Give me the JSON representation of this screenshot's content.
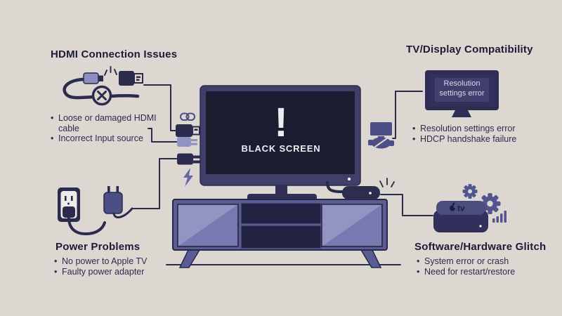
{
  "title_hint": "Apple TV black screen troubleshooting diagram",
  "center_tv": {
    "alert_symbol": "!",
    "status_text": "BLACK SCREEN"
  },
  "sections": {
    "hdmi": {
      "title": "HDMI Connection Issues",
      "bullets": [
        "Loose or damaged HDMI cable",
        "Incorrect Input source"
      ]
    },
    "display": {
      "title": "TV/Display Compatibility",
      "monitor_message": "Resolution settings error",
      "bullets": [
        "Resolution settings error",
        "HDCP handshake failure"
      ]
    },
    "power": {
      "title": "Power Problems",
      "bullets": [
        "No power to Apple TV",
        "Faulty power adapter"
      ]
    },
    "software": {
      "title": "Software/Hardware Glitch",
      "device_label": "tv",
      "bullets": [
        "System error or crash",
        "Need for restart/restore"
      ]
    }
  },
  "icons": {
    "hdmi-cable-disconnected-icon": "unplugged cable with crossed circle",
    "link-icon": "chain link",
    "hdmi-plug-icon": "dark hdmi connector",
    "power-plug-light-icon": "light two-prong plug",
    "power-plug-dark-icon": "dark two-prong plug",
    "lightning-icon": "bolt",
    "wall-outlet-icon": "outlet with inserted plug",
    "power-adapter-icon": "adapter with prongs",
    "monitor-icon": "display with resolution error",
    "mini-monitor-icon": "small display",
    "handshake-icon": "handshake",
    "gears-icon": "two gears",
    "apple-tv-box-icon": "apple tv set-top box",
    "signal-bars-icon": "ascending bars",
    "tv-cabinet": "media console with glass doors"
  },
  "colors": {
    "background": "#dcd8d1",
    "ink": "#2b2b4e",
    "heading_text": "#1b1b38",
    "tv_frame": "#3f3f6a",
    "tv_screen": "#1c1c31",
    "screen_text": "#eeedf4",
    "cabinet_body": "#5a5d94",
    "cabinet_panel": "#7a7db0",
    "panel_shine": "#9295c2",
    "shelf_opening": "#222240",
    "slate_icon": "#53568e",
    "light_plug": "#9194c2",
    "monitor_screen": "#33315c",
    "monitor_inner_box": "#413f6e",
    "monitor_text": "#d7d6ea"
  }
}
